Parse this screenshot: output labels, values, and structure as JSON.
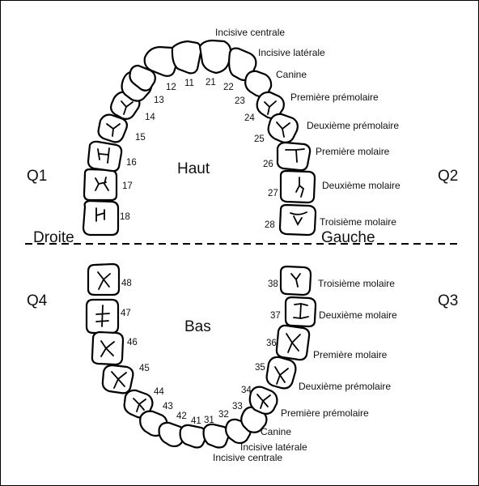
{
  "arches": {
    "upper": "Haut",
    "lower": "Bas"
  },
  "sides": {
    "right": "Droite",
    "left": "Gauche"
  },
  "quadrants": [
    "Q1",
    "Q2",
    "Q3",
    "Q4"
  ],
  "upper_teeth_names": [
    "Incisive centrale",
    "Incisive latérale",
    "Canine",
    "Première prémolaire",
    "Deuxième prémolaire",
    "Première molaire",
    "Deuxième molaire",
    "Troisième molaire"
  ],
  "lower_teeth_names": [
    "Troisième molaire",
    "Deuxième molaire",
    "Première molaire",
    "Deuxième prémolaire",
    "Première prémolaire",
    "Canine",
    "Incisive latérale",
    "Incisive centrale"
  ],
  "tooth_numbers": {
    "q1": [
      "11",
      "12",
      "13",
      "14",
      "15",
      "16",
      "17",
      "18"
    ],
    "q2": [
      "21",
      "22",
      "23",
      "24",
      "25",
      "26",
      "27",
      "28"
    ],
    "q3": [
      "38",
      "37",
      "36",
      "35",
      "34",
      "33",
      "32",
      "31"
    ],
    "q4": [
      "48",
      "47",
      "46",
      "45",
      "44",
      "43",
      "42",
      "41"
    ]
  }
}
